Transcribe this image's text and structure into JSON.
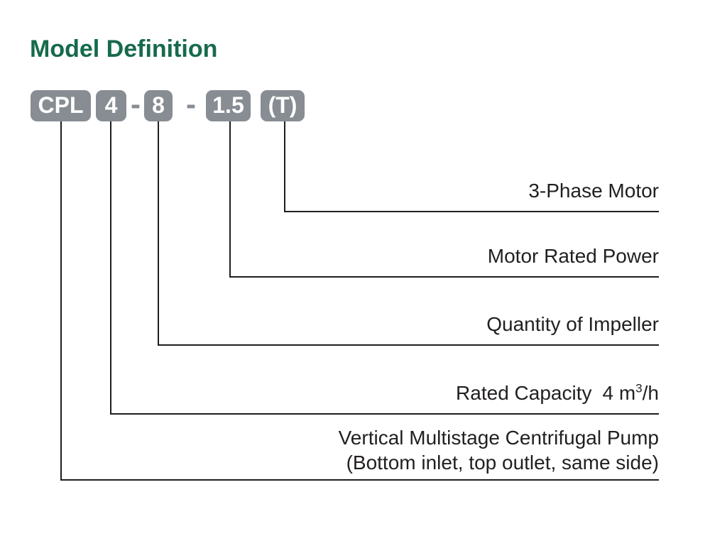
{
  "title": "Model Definition",
  "colors": {
    "title_green": "#176a4c",
    "badge_gray": "#878d92",
    "line_color": "#1e1e1e",
    "label_text": "#221f20"
  },
  "model_code": {
    "separator": "-",
    "segments": {
      "series": "CPL",
      "capacity": "4",
      "impellers": "8",
      "power": "1.5",
      "phase": "(T)"
    }
  },
  "callouts": {
    "phase": {
      "label": "3-Phase Motor"
    },
    "power": {
      "label": "Motor Rated Power"
    },
    "impellers": {
      "label": "Quantity of Impeller"
    },
    "capacity": {
      "prefix": "Rated Capacity",
      "value": "4 m",
      "sup": "3",
      "suffix": "/h"
    },
    "series": {
      "line1": "Vertical Multistage Centrifugal Pump",
      "line2": "(Bottom inlet, top outlet, same side)"
    }
  }
}
